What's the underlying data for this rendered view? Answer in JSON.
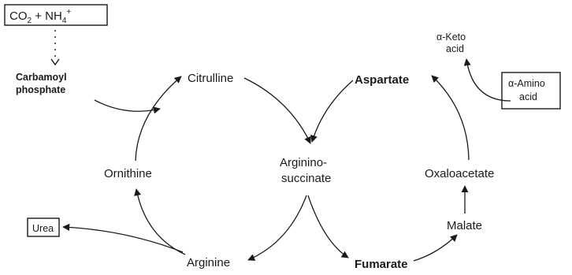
{
  "diagram": {
    "co2_label": "CO",
    "co2_sub": "2",
    "plus": " + NH",
    "nh4_sub": "4",
    "nh4_sup": "+",
    "carbamoyl_l1": "Carbamoyl",
    "carbamoyl_l2": "phosphate",
    "citrulline": "Citrulline",
    "ornithine": "Ornithine",
    "arginine": "Arginine",
    "urea": "Urea",
    "argininosuccinate_l1": "Arginino-",
    "argininosuccinate_l2": "succinate",
    "aspartate": "Aspartate",
    "fumarate": "Fumarate",
    "malate": "Malate",
    "oxaloacetate": "Oxaloacetate",
    "keto_acid_l1": "α-Keto",
    "keto_acid_l2": "acid",
    "amino_acid_l1": "α-Amino",
    "amino_acid_l2": "acid"
  }
}
